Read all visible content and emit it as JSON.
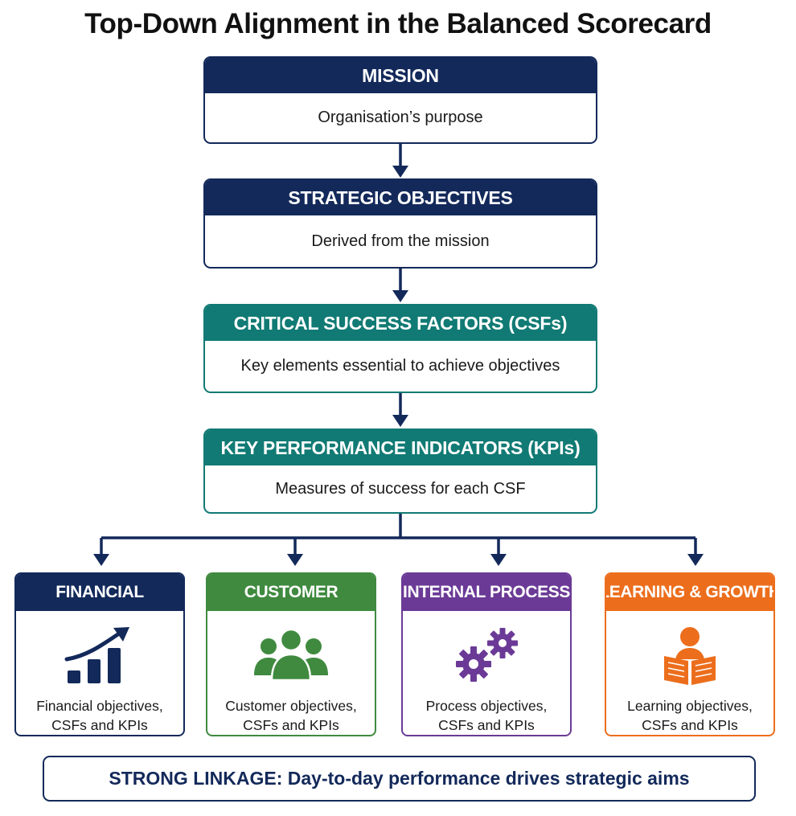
{
  "title": "Top-Down Alignment in the Balanced Scorecard",
  "hierarchy": [
    {
      "heading": "MISSION",
      "description": "Organisation’s purpose",
      "color": "#13295a"
    },
    {
      "heading": "STRATEGIC OBJECTIVES",
      "description": "Derived from the mission",
      "color": "#13295a"
    },
    {
      "heading": "CRITICAL SUCCESS FACTORS (CSFs)",
      "description": "Key elements essential to achieve objectives",
      "color": "#117a74"
    },
    {
      "heading": "KEY PERFORMANCE INDICATORS (KPIs)",
      "description": "Measures of success for each CSF",
      "color": "#117a74"
    }
  ],
  "perspectives": [
    {
      "heading": "FINANCIAL",
      "icon": "rising-bar-chart-icon",
      "line1": "Financial objectives,",
      "line2": "CSFs and KPIs",
      "color": "#13295a"
    },
    {
      "heading": "CUSTOMER",
      "icon": "customer-group-icon",
      "line1": "Customer objectives,",
      "line2": "CSFs and KPIs",
      "color": "#3f8a3f"
    },
    {
      "heading": "INTERNAL PROCESS",
      "icon": "gears-icon",
      "line1": "Process objectives,",
      "line2": "CSFs and KPIs",
      "color": "#6b3a96"
    },
    {
      "heading": "LEARNING & GROWTH",
      "icon": "reading-person-icon",
      "line1": "Learning objectives,",
      "line2": "CSFs and KPIs",
      "color": "#ec6e1c"
    }
  ],
  "footer": {
    "lead": "STRONG LINKAGE:",
    "text": "Day-to-day performance drives strategic aims"
  },
  "connector_color": "#13295a"
}
